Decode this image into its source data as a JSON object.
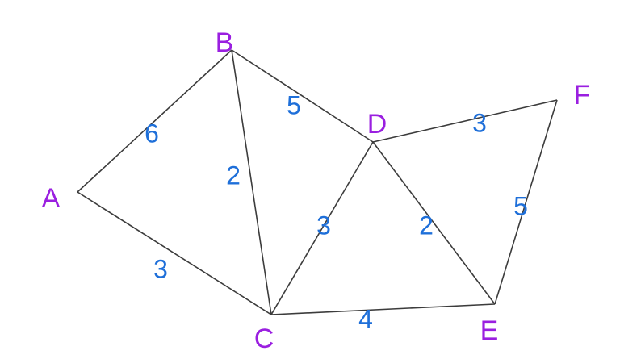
{
  "colors": {
    "node_label": "#9a1fe0",
    "weight_label": "#1e6fd9",
    "edge": "#3c3c3c",
    "background": "#ffffff"
  },
  "nodes": [
    {
      "id": "A",
      "label": "A"
    },
    {
      "id": "B",
      "label": "B"
    },
    {
      "id": "C",
      "label": "C"
    },
    {
      "id": "D",
      "label": "D"
    },
    {
      "id": "E",
      "label": "E"
    },
    {
      "id": "F",
      "label": "F"
    }
  ],
  "edges": [
    {
      "from": "A",
      "to": "B",
      "weight": "6"
    },
    {
      "from": "A",
      "to": "C",
      "weight": "3"
    },
    {
      "from": "B",
      "to": "C",
      "weight": "2"
    },
    {
      "from": "B",
      "to": "D",
      "weight": "5"
    },
    {
      "from": "C",
      "to": "D",
      "weight": "3"
    },
    {
      "from": "C",
      "to": "E",
      "weight": "4"
    },
    {
      "from": "D",
      "to": "E",
      "weight": "2"
    },
    {
      "from": "D",
      "to": "F",
      "weight": "3"
    },
    {
      "from": "E",
      "to": "F",
      "weight": "5"
    }
  ]
}
